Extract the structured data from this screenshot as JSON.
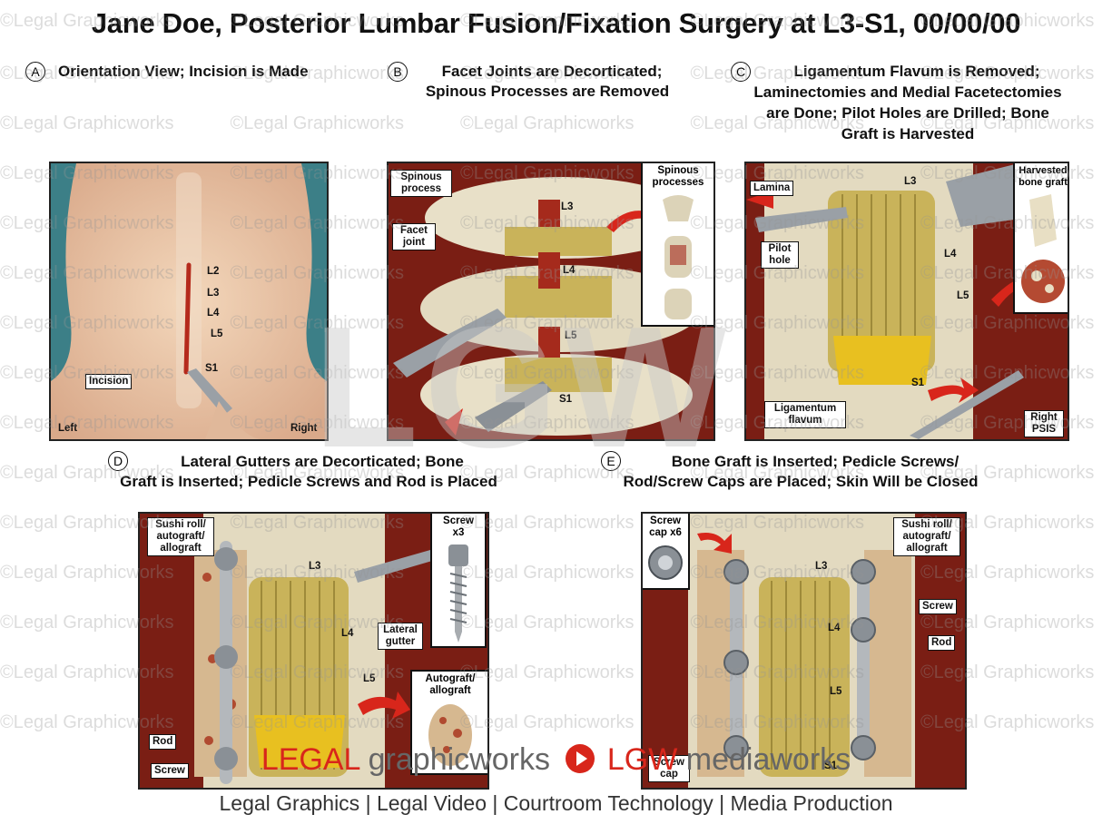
{
  "title": "Jane Doe, Posterior Lumbar Fusion/Fixation Surgery at L3-S1, 00/00/00",
  "panels": {
    "a": {
      "letter": "A",
      "caption": "Orientation View; Incision is Made",
      "labels": {
        "incision": "Incision",
        "left": "Left",
        "right": "Right",
        "l2": "L2",
        "l3": "L3",
        "l4": "L4",
        "l5": "L5",
        "s1": "S1"
      }
    },
    "b": {
      "letter": "B",
      "caption_line1": "Facet Joints are Decorticated;",
      "caption_line2": "Spinous Processes are Removed",
      "labels": {
        "spinous_process_1": "Spinous",
        "spinous_process_2": "process",
        "facet_joint_1": "Facet",
        "facet_joint_2": "joint",
        "l3": "L3",
        "l4": "L4",
        "l5": "L5",
        "s1": "S1",
        "inset_1": "Spinous",
        "inset_2": "processes"
      }
    },
    "c": {
      "letter": "C",
      "caption_line1": "Ligamentum Flavum is Removed;",
      "caption_line2": "Laminectomies and Medial Facetectomies",
      "caption_line3": "are Done; Pilot Holes are Drilled; Bone",
      "caption_line4": "Graft is Harvested",
      "labels": {
        "lamina": "Lamina",
        "pilot_hole_1": "Pilot",
        "pilot_hole_2": "hole",
        "ligamentum_1": "Ligamentum",
        "ligamentum_2": "flavum",
        "right_psis_1": "Right",
        "right_psis_2": "PSIS",
        "l3": "L3",
        "l4": "L4",
        "l5": "L5",
        "s1": "S1",
        "inset_1": "Harvested",
        "inset_2": "bone graft"
      }
    },
    "d": {
      "letter": "D",
      "caption_line1": "Lateral Gutters are Decorticated; Bone",
      "caption_line2": "Graft is Inserted; Pedicle Screws and Rod is Placed",
      "labels": {
        "sushi_1": "Sushi roll/",
        "sushi_2": "autograft/",
        "sushi_3": "allograft",
        "lateral_1": "Lateral",
        "lateral_2": "gutter",
        "rod": "Rod",
        "screw": "Screw",
        "screw_inset_1": "Screw",
        "screw_inset_2": "x3",
        "auto_inset_1": "Autograft/",
        "auto_inset_2": "allograft",
        "l3": "L3",
        "l4": "L4",
        "l5": "L5"
      }
    },
    "e": {
      "letter": "E",
      "caption_line1": "Bone Graft is Inserted; Pedicle Screws/",
      "caption_line2": "Rod/Screw Caps are Placed; Skin Will be Closed",
      "labels": {
        "cap_inset_1": "Screw",
        "cap_inset_2": "cap x6",
        "sushi_1": "Sushi roll/",
        "sushi_2": "autograft/",
        "sushi_3": "allograft",
        "screw": "Screw",
        "rod": "Rod",
        "screw_cap_1": "Screw",
        "screw_cap_2": "cap",
        "l3": "L3",
        "l4": "L4",
        "l5": "L5",
        "s1": "S1"
      }
    }
  },
  "watermark": "©Legal Graphicworks",
  "lgw_mark": "LGW",
  "footer_logo": {
    "legal": "LEGAL",
    "graphicworks": "graphicworks",
    "lgw": "LGW",
    "mediaworks": "mediaworks"
  },
  "footer": "Legal Graphics | Legal Video | Courtroom Technology | Media Production",
  "colors": {
    "tissue": "#7a1e14",
    "bone": "#e8e0c8",
    "dura": "#c9b35a",
    "metal": "#a8acb0",
    "arrow": "#d8261b",
    "skin": "#e9c3a0"
  }
}
